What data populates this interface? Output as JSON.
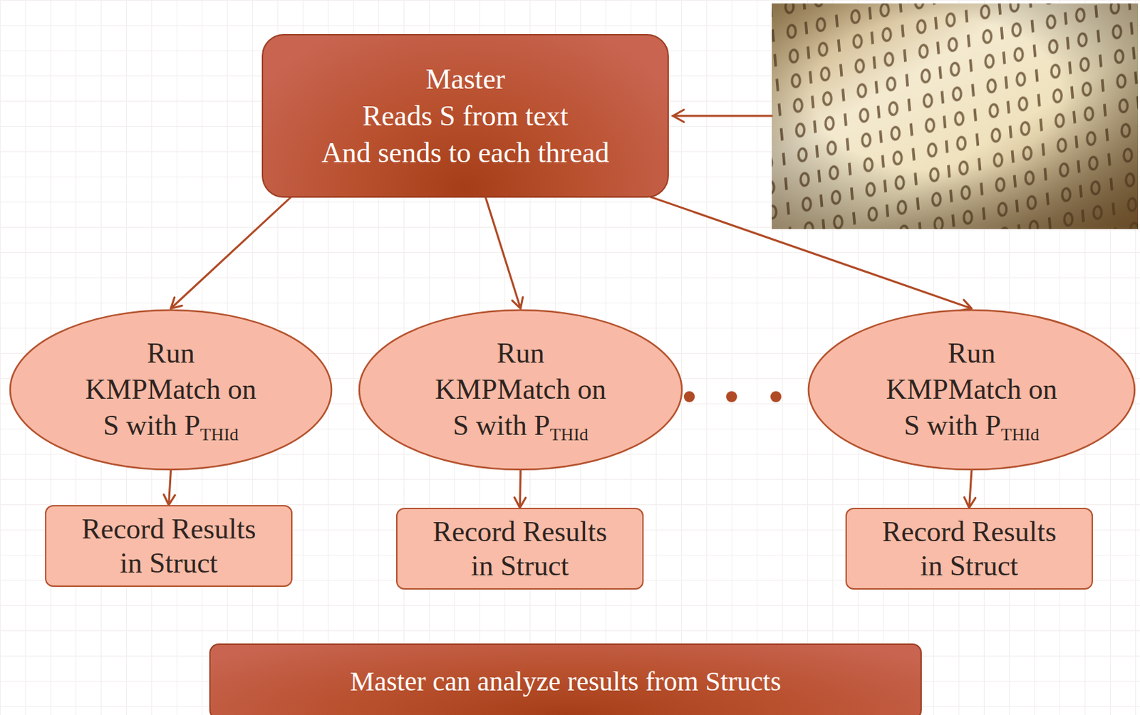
{
  "diagram": {
    "nodes": [
      {
        "text": [
          "Master",
          "Reads S from text",
          "And sends to each thread"
        ]
      },
      {
        "text": [
          "Run KMPMatch on S with P",
          "THId"
        ]
      },
      {
        "text": [
          "Run KMPMatch on S with P",
          "THId"
        ]
      },
      {
        "text": [
          "Run KMPMatch on S with P",
          "THId"
        ]
      },
      {
        "text": [
          "Record Results in Struct"
        ]
      },
      {
        "text": [
          "Record Results in Struct"
        ]
      },
      {
        "text": [
          "Record Results in Struct"
        ]
      },
      {
        "text": [
          "Master can analyze results from Structs"
        ]
      }
    ],
    "edges": [
      {
        "from": 0,
        "to": 1,
        "arrow": "to"
      },
      {
        "from": 0,
        "to": 2,
        "arrow": "to"
      },
      {
        "from": 0,
        "to": 3,
        "arrow": "to"
      },
      {
        "from": 1,
        "to": 4,
        "arrow": "to"
      },
      {
        "from": 2,
        "to": 5,
        "arrow": "to"
      },
      {
        "from": 3,
        "to": 6,
        "arrow": "to"
      }
    ]
  }
}
